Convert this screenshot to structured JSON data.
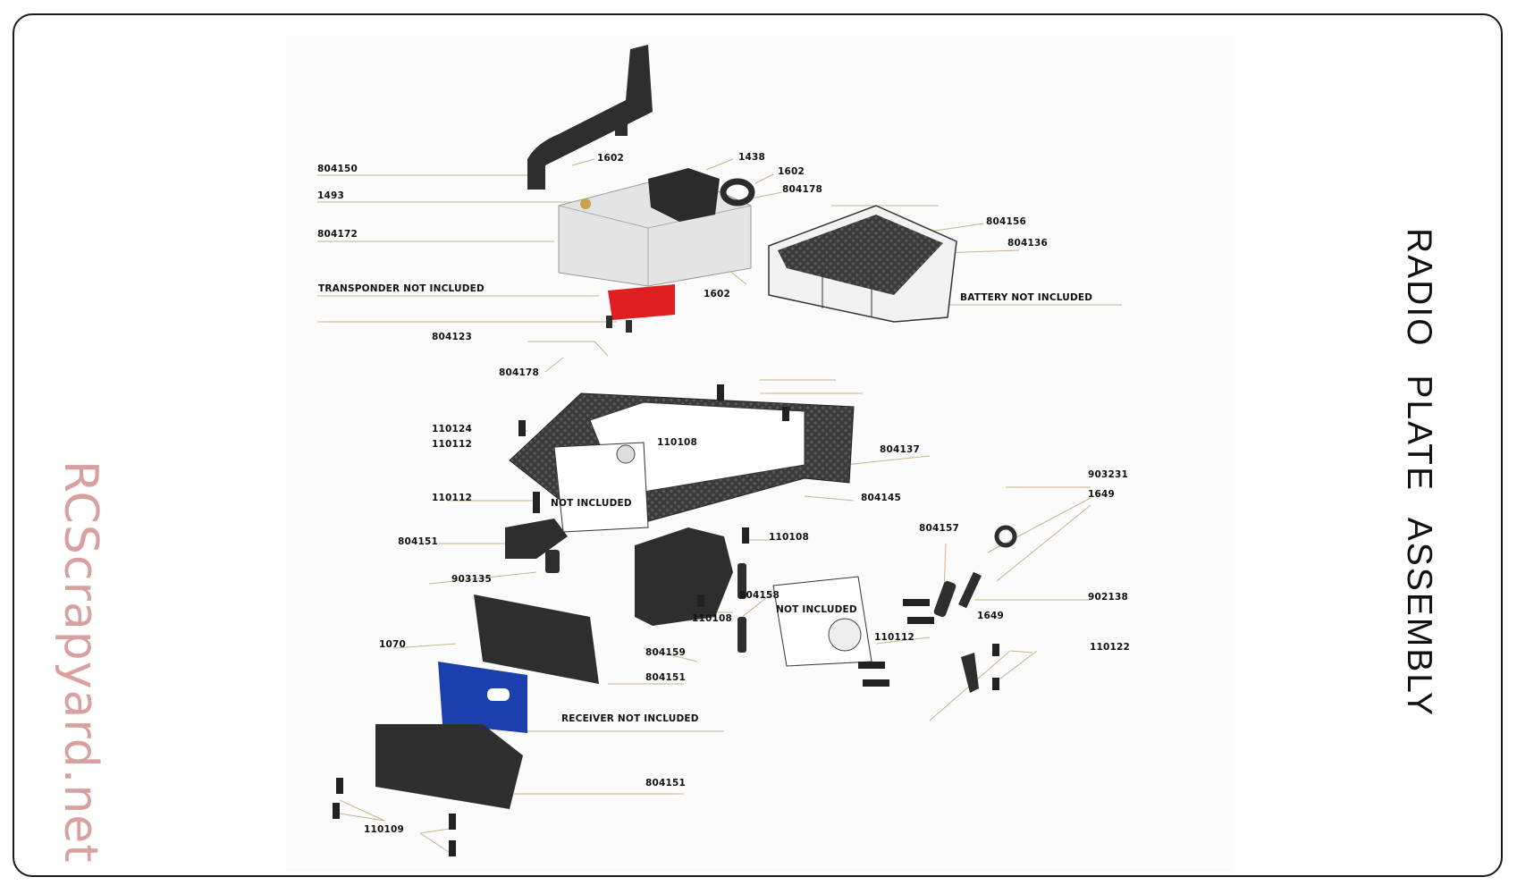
{
  "title": "RADIO PLATE ASSEMBLY",
  "watermark": "RCScrapyard.net",
  "colors": {
    "leader_line": "#c9b48a",
    "part_dark": "#2e2e2e",
    "transponder": "#e02020",
    "receiver": "#1c3fae",
    "watermark": "#d9a0a0"
  },
  "labels": {
    "l804150": "804150",
    "l1602a": "1602",
    "l1438": "1438",
    "l1602b": "1602",
    "l804178a": "804178",
    "l1493": "1493",
    "l804172": "804172",
    "l804156": "804156",
    "l804136": "804136",
    "transponder": "TRANSPONDER NOT INCLUDED",
    "l1602c": "1602",
    "battery": "BATTERY NOT INCLUDED",
    "l804123": "804123",
    "l804178b": "804178",
    "l110124": "110124",
    "l110112a": "110112",
    "l110108a": "110108",
    "l804137": "804137",
    "l903231": "903231",
    "l1649a": "1649",
    "l110112b": "110112",
    "not_included_a": "NOT INCLUDED",
    "l804145": "804145",
    "l804157": "804157",
    "l804151a": "804151",
    "l110108b": "110108",
    "l903135": "903135",
    "l804158": "804158",
    "not_included_b": "NOT INCLUDED",
    "l902138": "902138",
    "l110108c": "110108",
    "l1649b": "1649",
    "l110112c": "110112",
    "l1070": "1070",
    "l804159": "804159",
    "l110122": "110122",
    "l804151b": "804151",
    "receiver": "RECEIVER NOT INCLUDED",
    "l804151c": "804151",
    "l110109": "110109"
  }
}
